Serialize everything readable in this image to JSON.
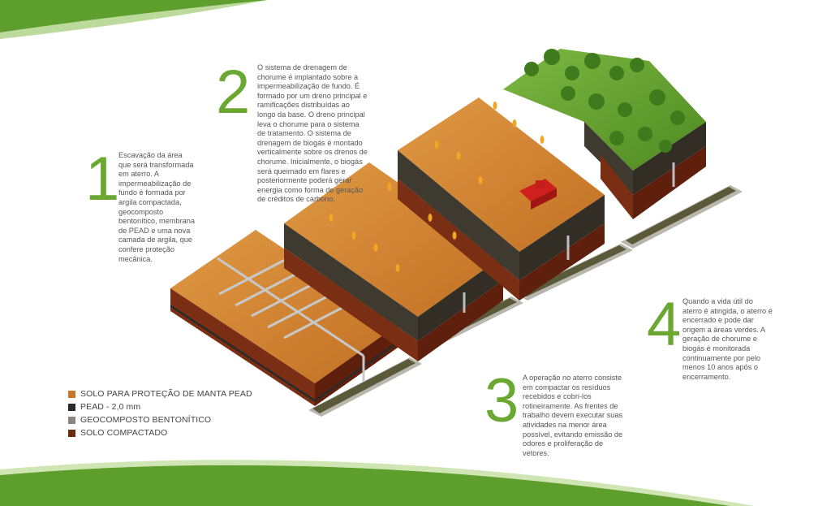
{
  "steps": [
    {
      "number": "1",
      "text": "Escavação da área que será transformada em aterro. A impermeabilização de fundo é formada por argila compactada, geocomposto bentonítico, membrana de PEAD e uma nova camada de argila, que confere proteção mecânica."
    },
    {
      "number": "2",
      "text": "O sistema de drenagem de chorume é implantado sobre a impermeabilização de fundo. É formado por um dreno principal e ramificações distribuídas ao longo da base. O dreno principal leva o chorume para o sistema de tratamento. O sistema de drenagem de biogás é montado verticalmente sobre os drenos de chorume. Inicialmente, o biogás será queimado em flares e posteriormente poderá gerar energia como forma de geração de créditos de carbono."
    },
    {
      "number": "3",
      "text": "A operação no aterro consiste em compactar os resíduos recebidos e cobri-los rotineiramente. As frentes de trabalho devem executar suas atividades na menor área possível, evitando emissão de odores e proliferação de vetores."
    },
    {
      "number": "4",
      "text": "Quando a vida útil do aterro é atingida, o aterro é encerrado e pode dar origem a áreas verdes. A geração de chorume e biogás é monitorada continuamente por pelo menos 10 anos após o encerramento."
    }
  ],
  "legend": [
    {
      "label": "SOLO PARA PROTEÇÃO DE MANTA PEAD",
      "color": "#c8772a"
    },
    {
      "label": "PEAD - 2,0 mm",
      "color": "#2a2a2a"
    },
    {
      "label": "GEOCOMPOSTO BENTONÍTICO",
      "color": "#8a8580"
    },
    {
      "label": "SOLO COMPACTADO",
      "color": "#6b2a10"
    }
  ],
  "colors": {
    "accent_green": "#6aa832",
    "soil_top": "#d4862f",
    "soil_wall": "#7a2e14",
    "grass": "#5f9a2e"
  }
}
